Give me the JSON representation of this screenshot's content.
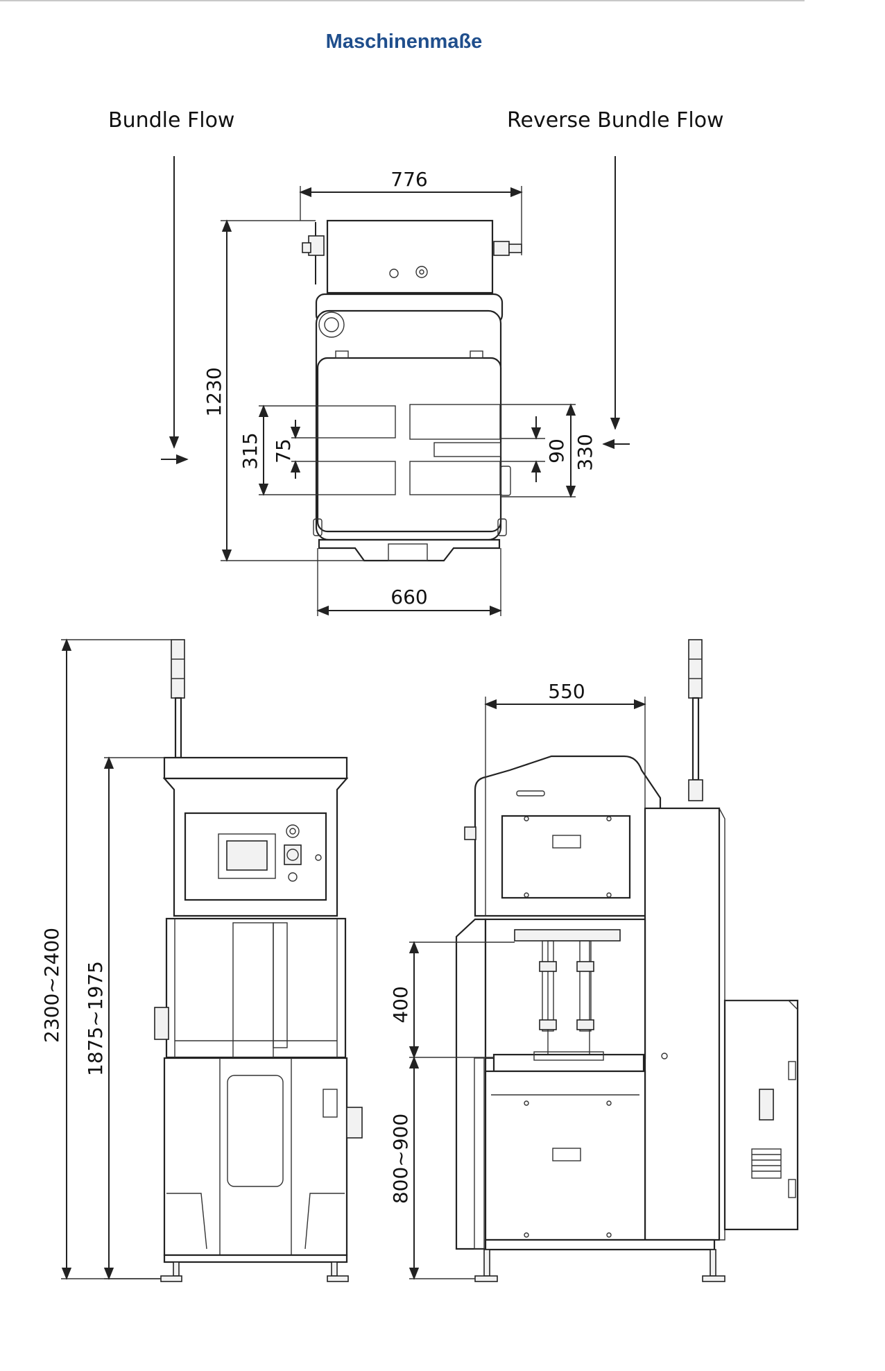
{
  "title": "Maschinenmaße",
  "labels": {
    "bundle_flow": "Bundle Flow",
    "reverse_bundle_flow": "Reverse Bundle Flow"
  },
  "top_view": {
    "width_overall": "776",
    "width_base": "660",
    "depth_overall": "1230",
    "left_opening": "315",
    "left_gap": "75",
    "right_opening": "330",
    "right_gap": "90"
  },
  "front_view": {
    "total_height": "2300~2400",
    "machine_height": "1875~1975"
  },
  "side_view": {
    "head_width": "550",
    "opening_height": "400",
    "table_height": "800~900"
  },
  "colors": {
    "title": "#1f4e8c",
    "lines": "#222222"
  }
}
